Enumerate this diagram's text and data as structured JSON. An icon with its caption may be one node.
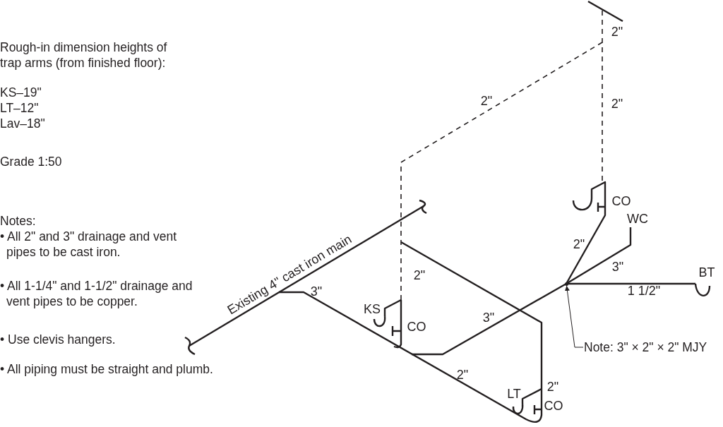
{
  "diagram": {
    "nodes": [
      {
        "text": [
          "Note: 3\" × 2\" × 2\" MJY"
        ]
      },
      {
        "text": [],
        "shape": "circle"
      }
    ],
    "edges": [
      {
        "from": 0,
        "to": 1,
        "arrow": "to"
      }
    ],
    "labels": [
      "Rough-in dimension heights of trap arms (from finished floor):",
      "KS–19\"",
      "LT–12\"",
      "Lav–18\"",
      "Grade 1:50",
      "Notes:",
      "• All 2\" and 3\" drainage and vent pipes to be cast iron.",
      "• All 1-1/4\" and 1-1/2\" drainage and vent pipes to be copper.",
      "• Use clevis hangers.",
      "• All piping must be straight and plumb.",
      "2\"",
      "2\"",
      "2\"",
      "CO",
      "WC",
      "2\"",
      "2\"",
      "3\"",
      "BT",
      "1 1/2\"",
      "Existing 4\" cast iron main",
      "3\"",
      "KS",
      "3\"",
      "CO",
      "2\"",
      "2\"",
      "LT",
      "CO"
    ]
  }
}
